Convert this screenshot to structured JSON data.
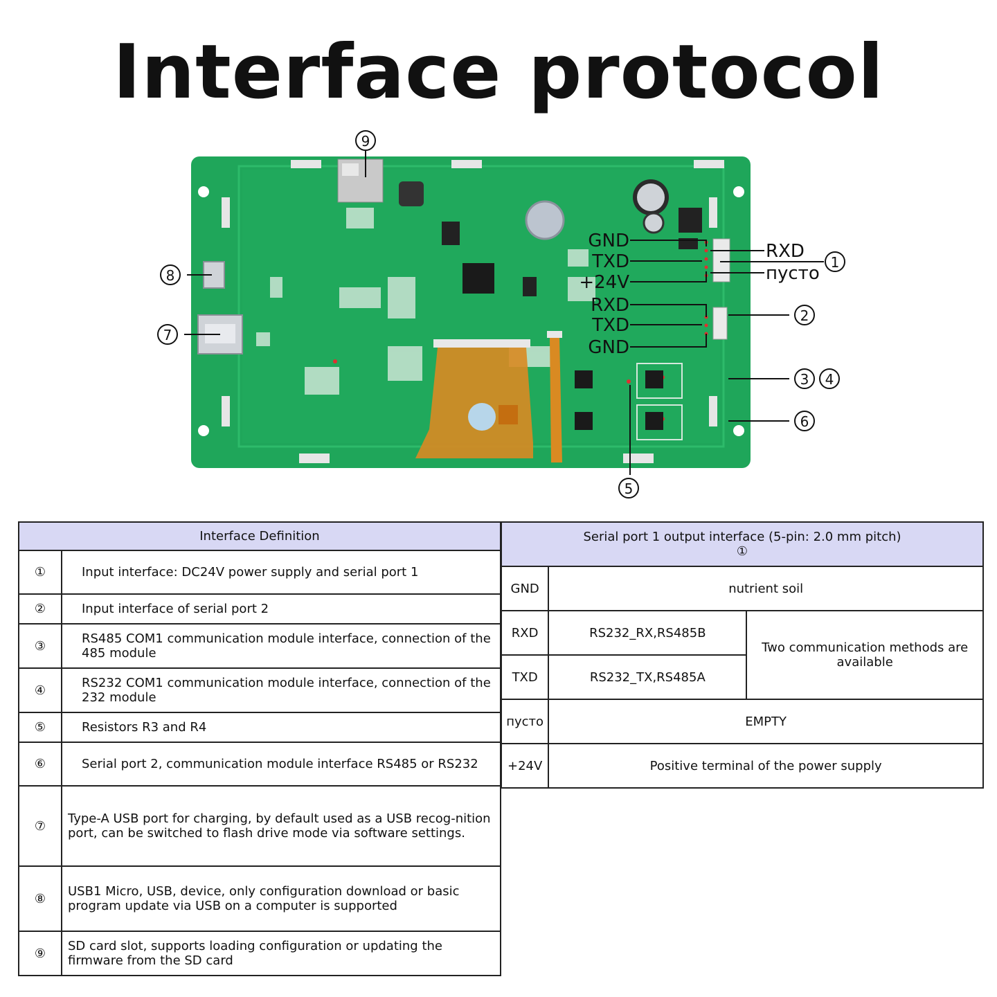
{
  "title": "Interface protocol",
  "board": {
    "pin_labels_left_top": [
      "GND",
      "TXD",
      "+24V"
    ],
    "pin_labels_right_top": [
      "RXD",
      "пусто"
    ],
    "pin_labels_left_bottom": [
      "RXD",
      "TXD",
      "GND"
    ],
    "callouts": [
      "①",
      "②",
      "③④",
      "⑤",
      "⑥",
      "⑦",
      "⑧",
      "⑨"
    ]
  },
  "left_table": {
    "header": "Interface Definition",
    "rows": [
      {
        "index": "①",
        "text": "Input interface: DC24V power supply and serial port 1"
      },
      {
        "index": "②",
        "text": "Input interface of serial port 2"
      },
      {
        "index": "③",
        "text": "RS485 COM1 communication module interface, connection of the 485 module"
      },
      {
        "index": "④",
        "text": "RS232 COM1 communication module interface, connection of the 232 module"
      },
      {
        "index": "⑤",
        "text": "Resistors R3 and R4"
      },
      {
        "index": "⑥",
        "text": "Serial port 2, communication module interface RS485 or RS232"
      },
      {
        "index": "⑦",
        "text": "Type-A USB port for charging, by default used as a USB recog-nition port, can be switched to flash drive mode via software settings."
      },
      {
        "index": "⑧",
        "text": "USB1 Micro, USB, device, only configuration download or basic program update via USB on a computer is supported"
      },
      {
        "index": "⑨",
        "text": "SD card slot, supports loading configuration or updating the firmware from the SD card"
      }
    ]
  },
  "right_table": {
    "header": "Serial port 1 output interface (5-pin: 2.0 mm pitch)",
    "header_index": "①",
    "rows": [
      {
        "pin": "GND",
        "desc": "nutrient soil"
      },
      {
        "pin": "RXD",
        "desc": "RS232_RX,RS485B"
      },
      {
        "pin": "TXD",
        "desc": "RS232_TX,RS485A"
      },
      {
        "pin": "пусто",
        "desc": "EMPTY"
      },
      {
        "pin": "+24V",
        "desc": "Positive terminal of the power supply"
      }
    ],
    "merged_note": "Two communication methods are available"
  },
  "colors": {
    "pcb": "#1fa65a",
    "pcb_dark": "#168a48",
    "header_bg": "#d8d8f4",
    "flex": "#d98a22"
  }
}
